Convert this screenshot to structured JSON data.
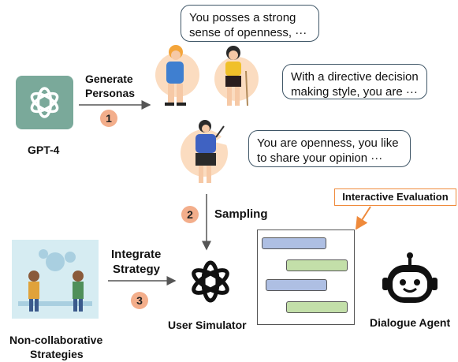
{
  "gpt4": {
    "label": "GPT-4",
    "color": "#7aa99a",
    "icon": "openai-icon"
  },
  "step1": {
    "number": "1",
    "text_line1": "Generate",
    "text_line2": "Personas"
  },
  "bubbles": {
    "persona1": {
      "line1": "You posses a strong",
      "line2": "sense of openness, ···"
    },
    "persona2": {
      "line1": "With a directive decision",
      "line2": "making style, you are ···"
    },
    "persona3": {
      "line1": "You are openness, you like",
      "line2": "to share your opinion ···"
    }
  },
  "step2": {
    "number": "2",
    "text": "Sampling"
  },
  "step3": {
    "number": "3",
    "text_line1": "Integrate",
    "text_line2": "Strategy"
  },
  "strategies": {
    "line1": "Non-collaborative",
    "line2": "Strategies"
  },
  "user_simulator": {
    "label": "User Simulator",
    "icon": "openai-icon"
  },
  "evaluation": {
    "label": "Interactive Evaluation",
    "accent": "#ef8a3b"
  },
  "dialogue_agent": {
    "label": "Dialogue Agent",
    "icon": "robot-icon"
  },
  "colors": {
    "step_circle": "#f3ae8b",
    "chat_blue": "#aebfe3",
    "chat_green": "#c3dfa9",
    "persona_blob": "#fbdcc0"
  }
}
